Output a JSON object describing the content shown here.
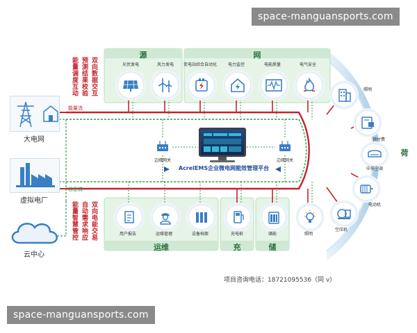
{
  "watermark_top": "space-manguansports.com",
  "watermark_bottom": "space-manguansports.com",
  "left_nodes": {
    "grid": "大电网",
    "virtual_plant": "虚拟电厂",
    "cloud": "云中心"
  },
  "top_vertical_text": [
    "能量调度互动",
    "预测结果校验",
    "双向数据交互"
  ],
  "bottom_vertical_text": [
    "能量智慧管控",
    "自动需求响应",
    "双向电能交易"
  ],
  "flows": {
    "energy": "能量流",
    "info": "信息流"
  },
  "sections": {
    "source": "源",
    "network": "网",
    "load": "荷",
    "ops": "运维",
    "charge": "充",
    "storage": "储"
  },
  "source_devices": [
    "光伏发电",
    "风力发电"
  ],
  "network_devices": [
    "变电站综合自动化",
    "电力监控",
    "电能质量",
    "电气安全"
  ],
  "load_devices": [
    "照明",
    "预付费",
    "中央空调",
    "电动机",
    "空压机"
  ],
  "ops_devices": [
    "用户报告",
    "运维管理",
    "设备档案"
  ],
  "charge_devices": [
    "充电桩"
  ],
  "storage_devices": [
    "储能"
  ],
  "bottom_right_device": "照明",
  "gateways": {
    "left": "边缘网关",
    "right": "边缘网关"
  },
  "platform_title": "AcrelEMS企业微电网能效管理平台",
  "contact": "项目咨询电话：18721095536（同 v）",
  "colors": {
    "panel_green": "#e6f4e8",
    "panel_border": "#b7dcbd",
    "title_green": "#d4ecd8",
    "power_red": "#c4242b",
    "info_green": "#2f9a49",
    "arc_blue": "#7fb3d6",
    "icon_blue": "#3a7fc4"
  }
}
